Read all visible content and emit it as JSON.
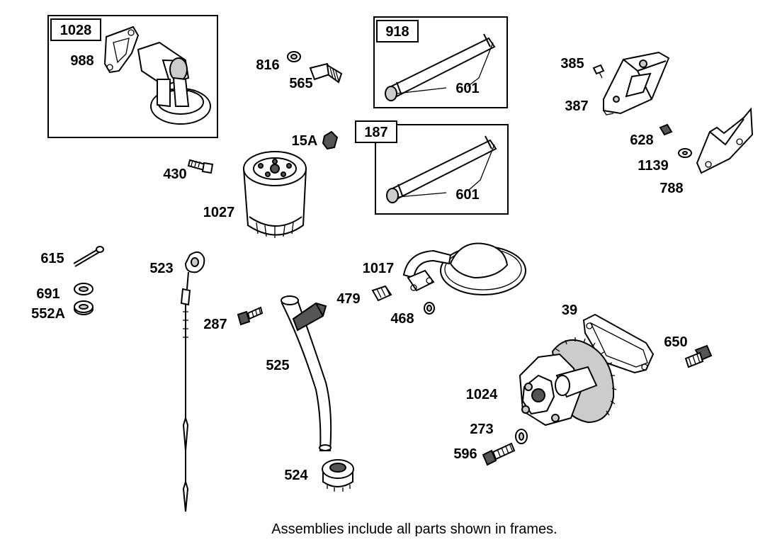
{
  "frames": [
    {
      "id": "1028"
    },
    {
      "id": "918"
    },
    {
      "id": "187"
    }
  ],
  "labels": {
    "p988": "988",
    "p816": "816",
    "p565": "565",
    "p601a": "601",
    "p601b": "601",
    "p385": "385",
    "p387": "387",
    "p628": "628",
    "p1139": "1139",
    "p788": "788",
    "p15A": "15A",
    "p430": "430",
    "p1027": "1027",
    "p615": "615",
    "p691": "691",
    "p552A": "552A",
    "p523": "523",
    "p1017": "1017",
    "p479": "479",
    "p468": "468",
    "p287": "287",
    "p525": "525",
    "p39": "39",
    "p650": "650",
    "p1024": "1024",
    "p273": "273",
    "p596": "596",
    "p524": "524"
  },
  "caption": "Assemblies include all parts shown in frames."
}
